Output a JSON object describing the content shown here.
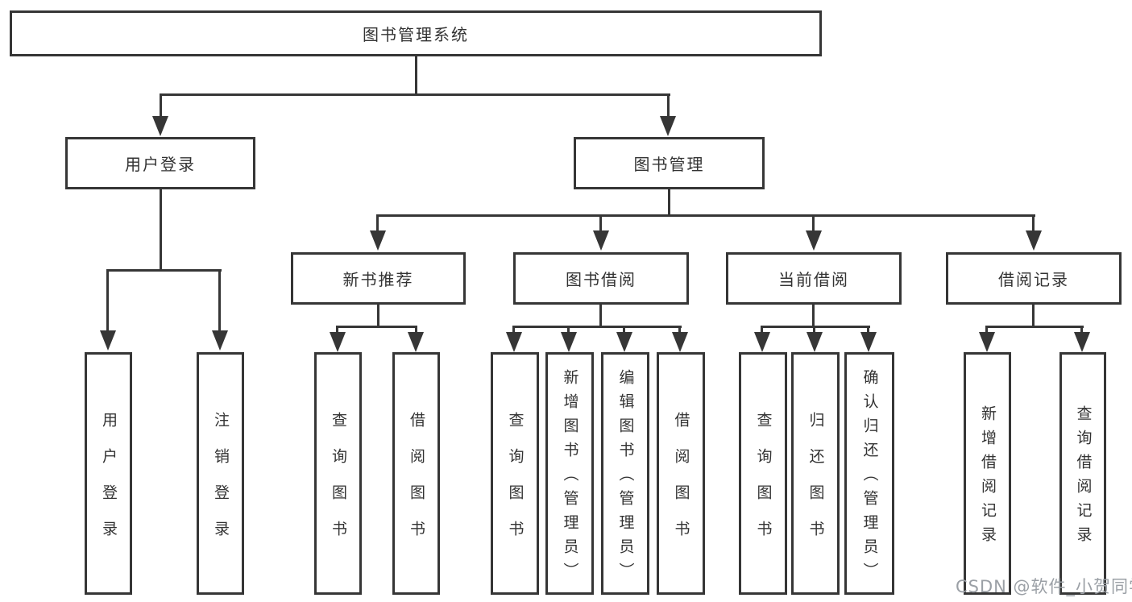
{
  "nodes": {
    "root": "图书管理系统",
    "user_login": "用户登录",
    "book_mgmt": "图书管理",
    "new_book_rec": "新书推荐",
    "book_borrow": "图书借阅",
    "current_borrow": "当前借阅",
    "borrow_records": "借阅记录",
    "leaf_user_login": "用户登录",
    "leaf_logout": "注销登录",
    "leaf_query_book_rec": "查询图书",
    "leaf_borrow_book_rec": "借阅图书",
    "leaf_query_book_borrow": "查询图书",
    "leaf_add_book": "新增图书（管理员）",
    "leaf_edit_book": "编辑图书（管理员）",
    "leaf_borrow_book": "借阅图书",
    "leaf_query_book_current": "查询图书",
    "leaf_return_book": "归还图书",
    "leaf_confirm_return": "确认归还（管理员）",
    "leaf_add_borrow_record": "新增借阅记录",
    "leaf_query_borrow_record": "查询借阅记录"
  },
  "hierarchy": {
    "图书管理系统": {
      "用户登录": [
        "用户登录",
        "注销登录"
      ],
      "图书管理": {
        "新书推荐": [
          "查询图书",
          "借阅图书"
        ],
        "图书借阅": [
          "查询图书",
          "新增图书（管理员）",
          "编辑图书（管理员）",
          "借阅图书"
        ],
        "当前借阅": [
          "查询图书",
          "归还图书",
          "确认归还（管理员）"
        ],
        "借阅记录": [
          "新增借阅记录",
          "查询借阅记录"
        ]
      }
    }
  },
  "watermark": {
    "text": "CSDN @软件_小贺同学",
    "color": "#9ba0a6"
  },
  "colors": {
    "line": "#363636",
    "text": "#333333",
    "background": "#ffffff"
  }
}
